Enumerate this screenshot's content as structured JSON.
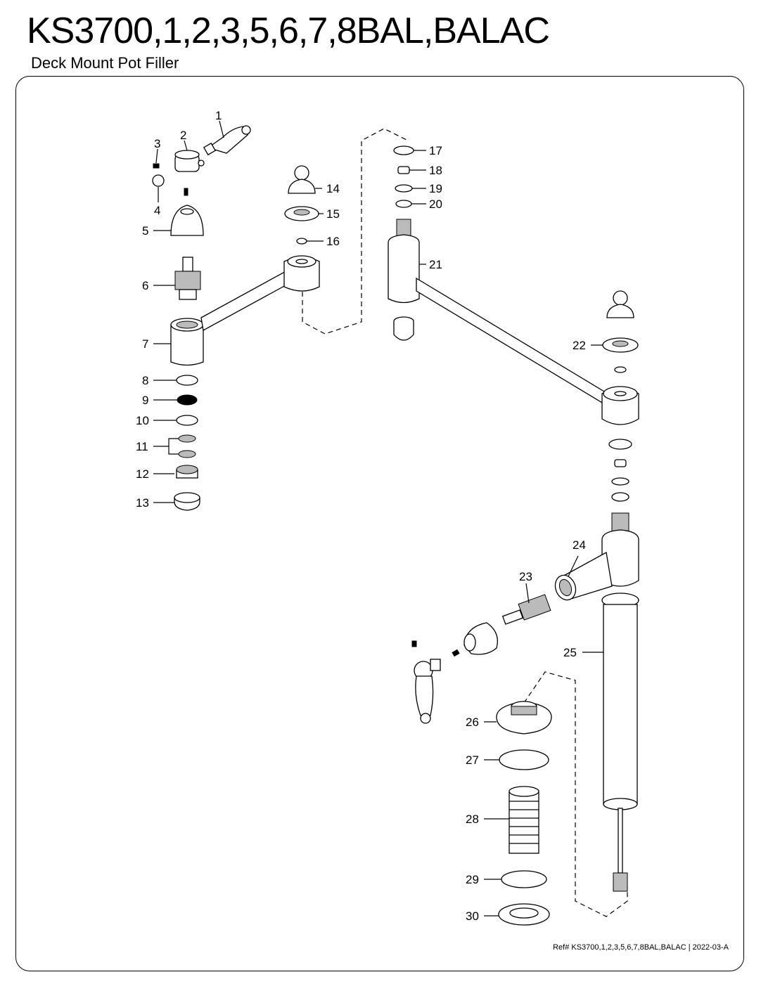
{
  "header": {
    "title": "KS3700,1,2,3,5,6,7,8BAL,BALAC",
    "subtitle": "Deck Mount Pot Filler"
  },
  "footer": {
    "ref": "Ref# KS3700,1,2,3,5,6,7,8BAL,BALAC | 2022-03-A"
  },
  "part_numbers": [
    "1",
    "2",
    "3",
    "4",
    "5",
    "6",
    "7",
    "8",
    "9",
    "10",
    "11",
    "12",
    "13",
    "14",
    "15",
    "16",
    "17",
    "18",
    "19",
    "20",
    "21",
    "22",
    "23",
    "24",
    "25",
    "26",
    "27",
    "28",
    "29",
    "30"
  ]
}
